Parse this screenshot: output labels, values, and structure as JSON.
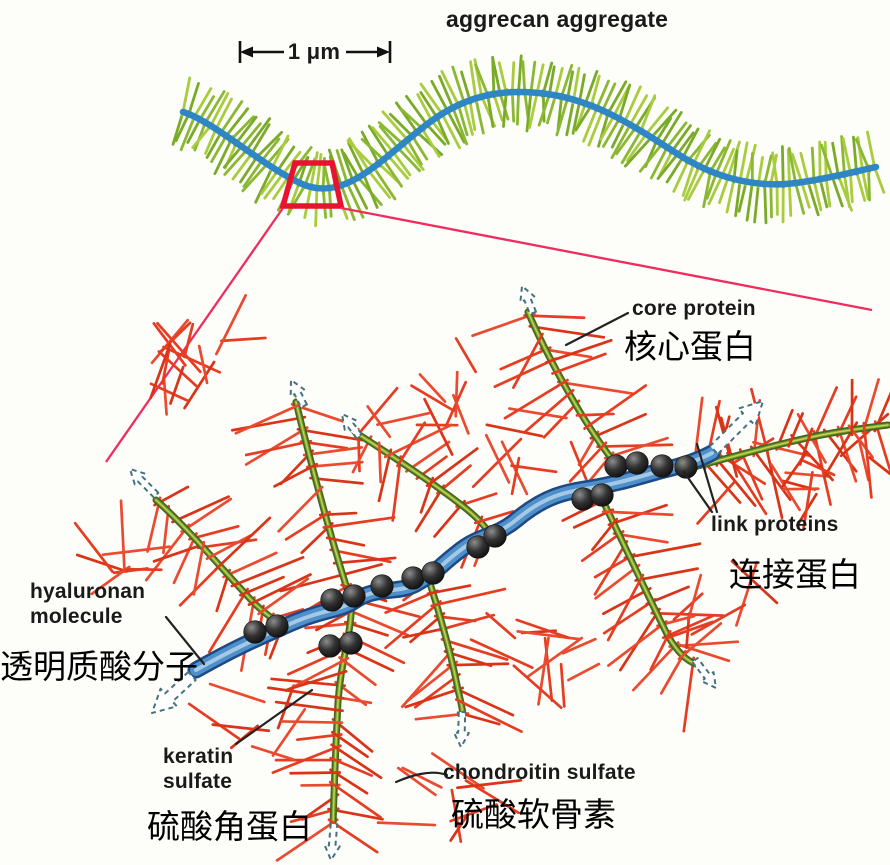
{
  "title": "aggrecan aggregate",
  "scale_bar": {
    "label": "1 μm"
  },
  "labels": {
    "core_protein": {
      "en": "core protein",
      "zh": "核心蛋白"
    },
    "link_proteins": {
      "en": "link proteins",
      "zh": "连接蛋白"
    },
    "hyaluronan_molecule": {
      "en": "hyaluronan\nmolecule",
      "zh": "透明质酸分子"
    },
    "keratin_sulfate": {
      "en": "keratin\nsulfate",
      "zh": "硫酸角蛋白"
    },
    "chondroitin_sulfate": {
      "en": "chondroitin sulfate",
      "zh": "硫酸软骨素"
    }
  },
  "colors": {
    "background": "#fdfdf9",
    "hyaluronan_blue": "#4f8fca",
    "hyaluronan_blue_dark": "#1d4a86",
    "hyaluronan_blue_light": "#a3c9e6",
    "top_backbone_blue": "#2f86c4",
    "core_protein_green_dark": "#44661f",
    "core_protein_green": "#7d9c33",
    "core_protein_green_light": "#c2d44c",
    "gag_red": "#e63c22",
    "bristle_green": "#8ab832",
    "bristle_green_alt": "#a8cc3e",
    "link_protein_black": "#141414",
    "zoom_pink": "#ee2d5e",
    "zoom_box_red": "#e8132e",
    "label_black": "#1a1a1a",
    "arrow_outline": "#46727f"
  }
}
